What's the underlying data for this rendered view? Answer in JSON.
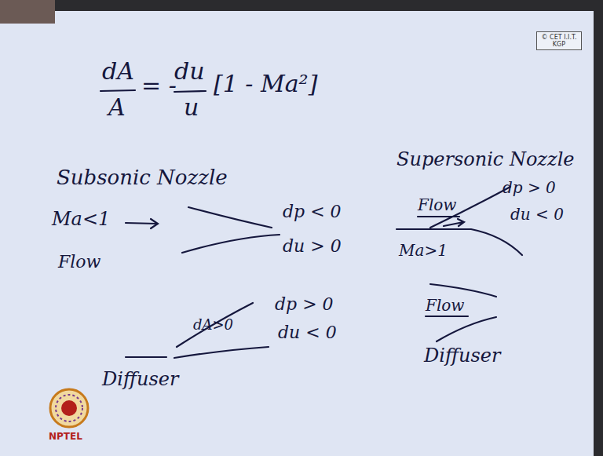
{
  "diagram": {
    "nodes": [
      {
        "text": [
          "© CET I.I.T. KGP"
        ]
      }
    ],
    "labels": [
      "dA",
      "A",
      "= -",
      "du",
      "u",
      "[1 - Ma²]",
      "Subsonic Nozzle",
      "Supersonic Nozzle",
      "Ma<1",
      "Flow",
      "dp < 0",
      "du > 0",
      "Flow",
      "dp > 0",
      "du < 0",
      "Ma>1",
      "dA>0",
      "dp > 0",
      "du < 0",
      "Diffuser",
      "Flow",
      "Diffuser",
      "NPTEL"
    ]
  }
}
